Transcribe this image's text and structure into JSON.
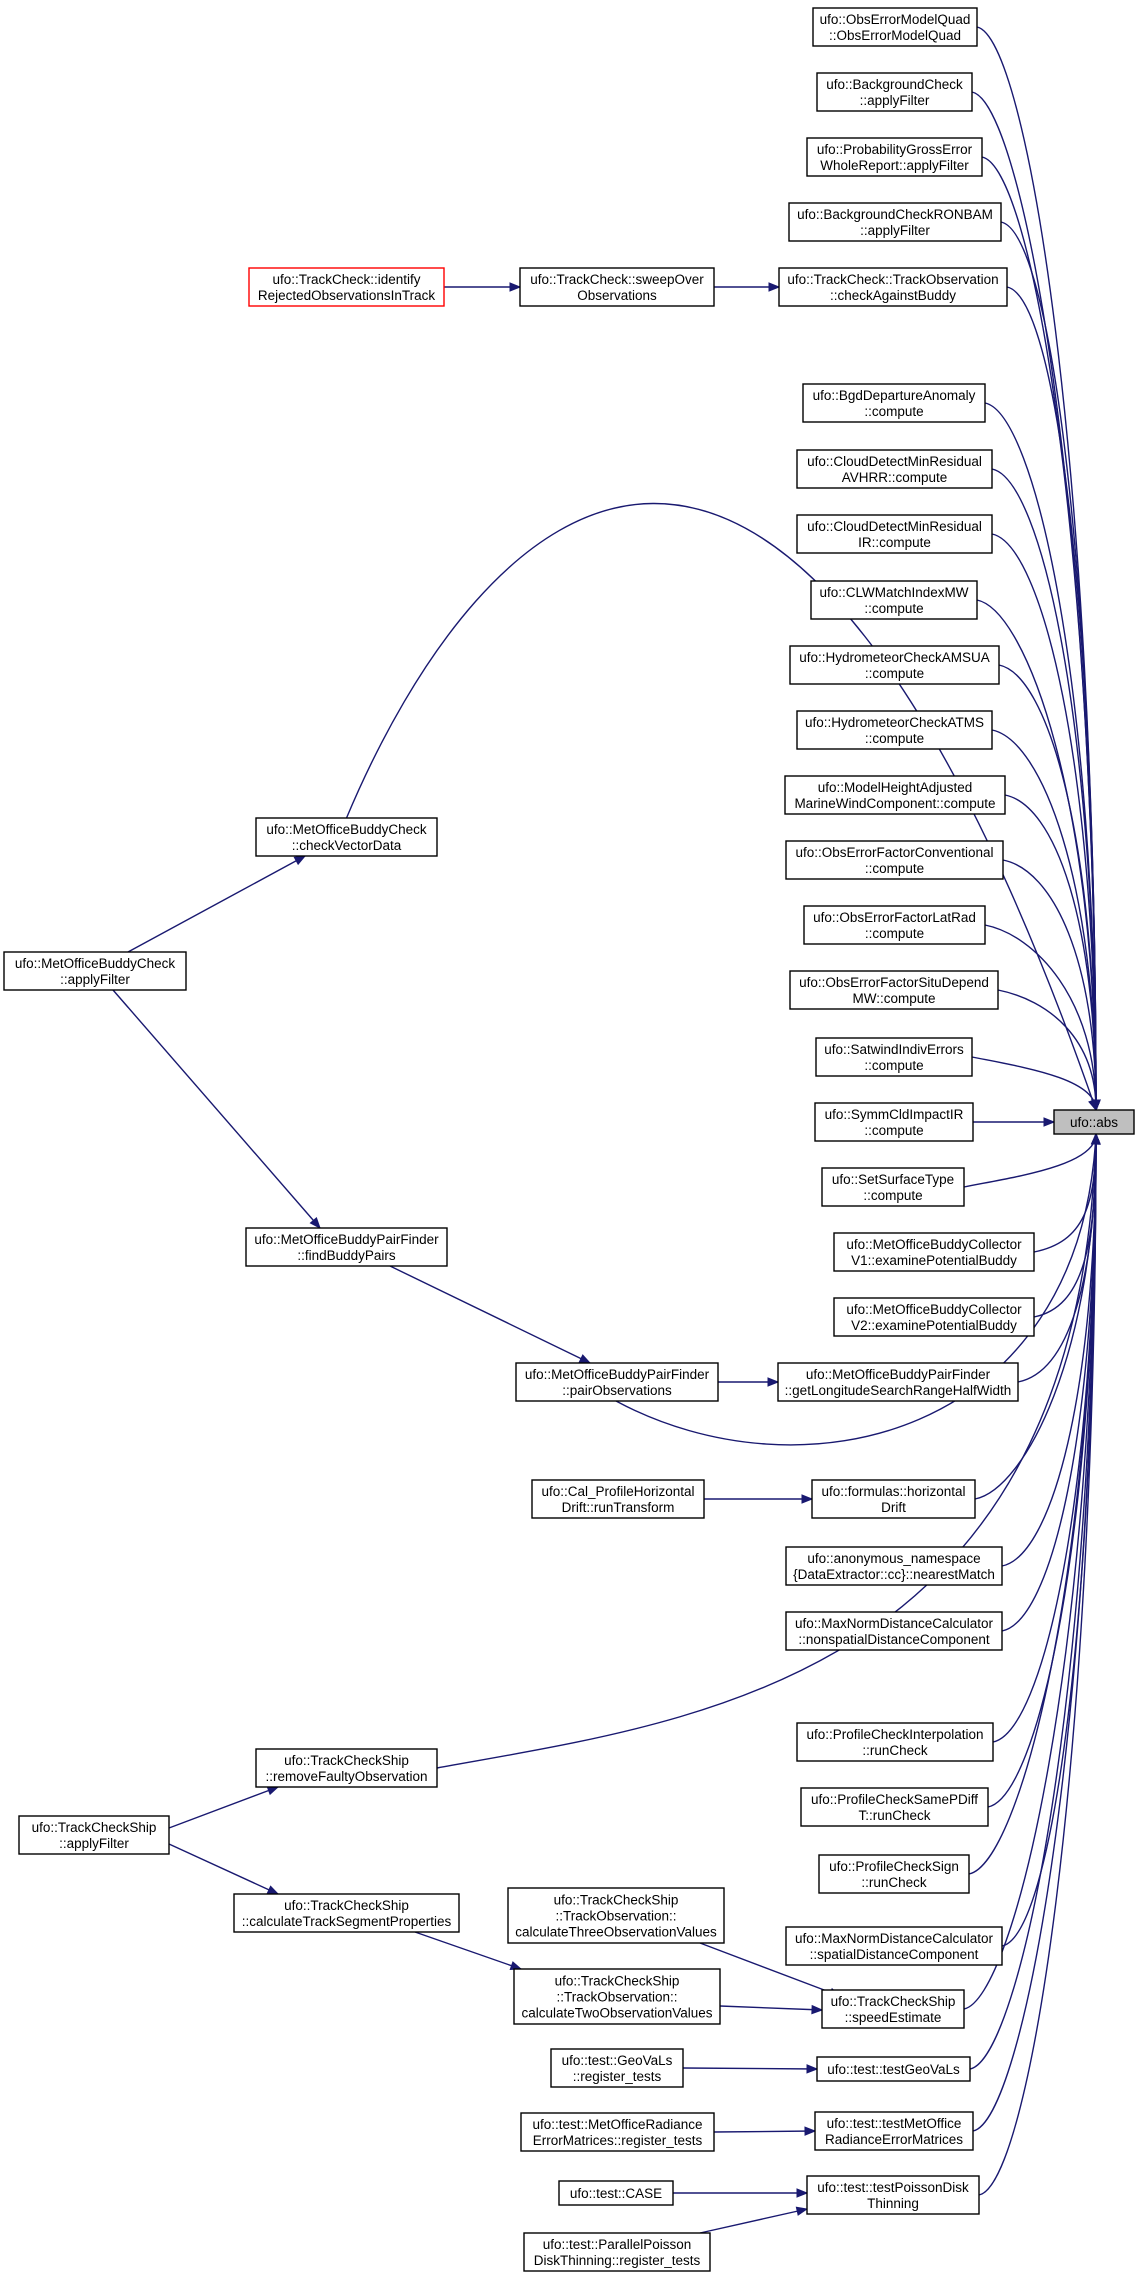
{
  "focus_node": "ufo::abs",
  "nodes": {
    "obs_error_model_quad": [
      "ufo::ObsErrorModelQuad",
      "::ObsErrorModelQuad"
    ],
    "background_check": [
      "ufo::BackgroundCheck",
      "::applyFilter"
    ],
    "probability_gross_error": [
      "ufo::ProbabilityGrossError",
      "WholeReport::applyFilter"
    ],
    "background_check_ronbam": [
      "ufo::BackgroundCheckRONBAM",
      "::applyFilter"
    ],
    "track_check_identify": [
      "ufo::TrackCheck::identify",
      "RejectedObservationsInTrack"
    ],
    "track_check_sweep": [
      "ufo::TrackCheck::sweepOver",
      "Observations"
    ],
    "track_observation_buddy": [
      "ufo::TrackCheck::TrackObservation",
      "::checkAgainstBuddy"
    ],
    "bgd_departure": [
      "ufo::BgdDepartureAnomaly",
      "::compute"
    ],
    "cloud_avhrr": [
      "ufo::CloudDetectMinResidual",
      "AVHRR::compute"
    ],
    "cloud_ir": [
      "ufo::CloudDetectMinResidual",
      "IR::compute"
    ],
    "clw_match": [
      "ufo::CLWMatchIndexMW",
      "::compute"
    ],
    "hydro_amsua": [
      "ufo::HydrometeorCheckAMSUA",
      "::compute"
    ],
    "hydro_atms": [
      "ufo::HydrometeorCheckATMS",
      "::compute"
    ],
    "model_height": [
      "ufo::ModelHeightAdjusted",
      "MarineWindComponent::compute"
    ],
    "metoffice_check_vector": [
      "ufo::MetOfficeBuddyCheck",
      "::checkVectorData"
    ],
    "obs_error_conventional": [
      "ufo::ObsErrorFactorConventional",
      "::compute"
    ],
    "metoffice_buddy_apply": [
      "ufo::MetOfficeBuddyCheck",
      "::applyFilter"
    ],
    "obs_error_latrad": [
      "ufo::ObsErrorFactorLatRad",
      "::compute"
    ],
    "obs_error_situ": [
      "ufo::ObsErrorFactorSituDepend",
      "MW::compute"
    ],
    "satwind": [
      "ufo::SatwindIndivErrors",
      "::compute"
    ],
    "symm_cld": [
      "ufo::SymmCldImpactIR",
      "::compute"
    ],
    "abs": [
      "ufo::abs"
    ],
    "set_surface": [
      "ufo::SetSurfaceType",
      "::compute"
    ],
    "find_buddy_pairs": [
      "ufo::MetOfficeBuddyPairFinder",
      "::findBuddyPairs"
    ],
    "collector_v1": [
      "ufo::MetOfficeBuddyCollector",
      "V1::examinePotentialBuddy"
    ],
    "collector_v2": [
      "ufo::MetOfficeBuddyCollector",
      "V2::examinePotentialBuddy"
    ],
    "pair_observations": [
      "ufo::MetOfficeBuddyPairFinder",
      "::pairObservations"
    ],
    "longitude_search": [
      "ufo::MetOfficeBuddyPairFinder",
      "::getLongitudeSearchRangeHalfWidth"
    ],
    "cal_profile": [
      "ufo::Cal_ProfileHorizontal",
      "Drift::runTransform"
    ],
    "formulas_horizontal": [
      "ufo::formulas::horizontal",
      "Drift"
    ],
    "anonymous_nearest": [
      "ufo::anonymous_namespace",
      "{DataExtractor::cc}::nearestMatch"
    ],
    "maxnorm_nonspatial": [
      "ufo::MaxNormDistanceCalculator",
      "::nonspatialDistanceComponent"
    ],
    "profile_interp": [
      "ufo::ProfileCheckInterpolation",
      "::runCheck"
    ],
    "remove_faulty": [
      "ufo::TrackCheckShip",
      "::removeFaultyObservation"
    ],
    "profile_same_pdiff": [
      "ufo::ProfileCheckSamePDiff",
      "T::runCheck"
    ],
    "track_ship_apply": [
      "ufo::TrackCheckShip",
      "::applyFilter"
    ],
    "profile_sign": [
      "ufo::ProfileCheckSign",
      "::runCheck"
    ],
    "calc_track_segment": [
      "ufo::TrackCheckShip",
      "::calculateTrackSegmentProperties"
    ],
    "calc_three_obs": [
      "ufo::TrackCheckShip",
      "::TrackObservation::",
      "calculateThreeObservationValues"
    ],
    "maxnorm_spatial": [
      "ufo::MaxNormDistanceCalculator",
      "::spatialDistanceComponent"
    ],
    "calc_two_obs": [
      "ufo::TrackCheckShip",
      "::TrackObservation::",
      "calculateTwoObservationValues"
    ],
    "speed_estimate": [
      "ufo::TrackCheckShip",
      "::speedEstimate"
    ],
    "geovals_register": [
      "ufo::test::GeoVaLs",
      "::register_tests"
    ],
    "test_geovals": [
      "ufo::test::testGeoVaLs"
    ],
    "radiance_register": [
      "ufo::test::MetOfficeRadiance",
      "ErrorMatrices::register_tests"
    ],
    "test_radiance": [
      "ufo::test::testMetOffice",
      "RadianceErrorMatrices"
    ],
    "test_case": [
      "ufo::test::CASE"
    ],
    "test_poisson": [
      "ufo::test::testPoissonDisk",
      "Thinning"
    ],
    "parallel_poisson": [
      "ufo::test::ParallelPoisson",
      "DiskThinning::register_tests"
    ]
  }
}
